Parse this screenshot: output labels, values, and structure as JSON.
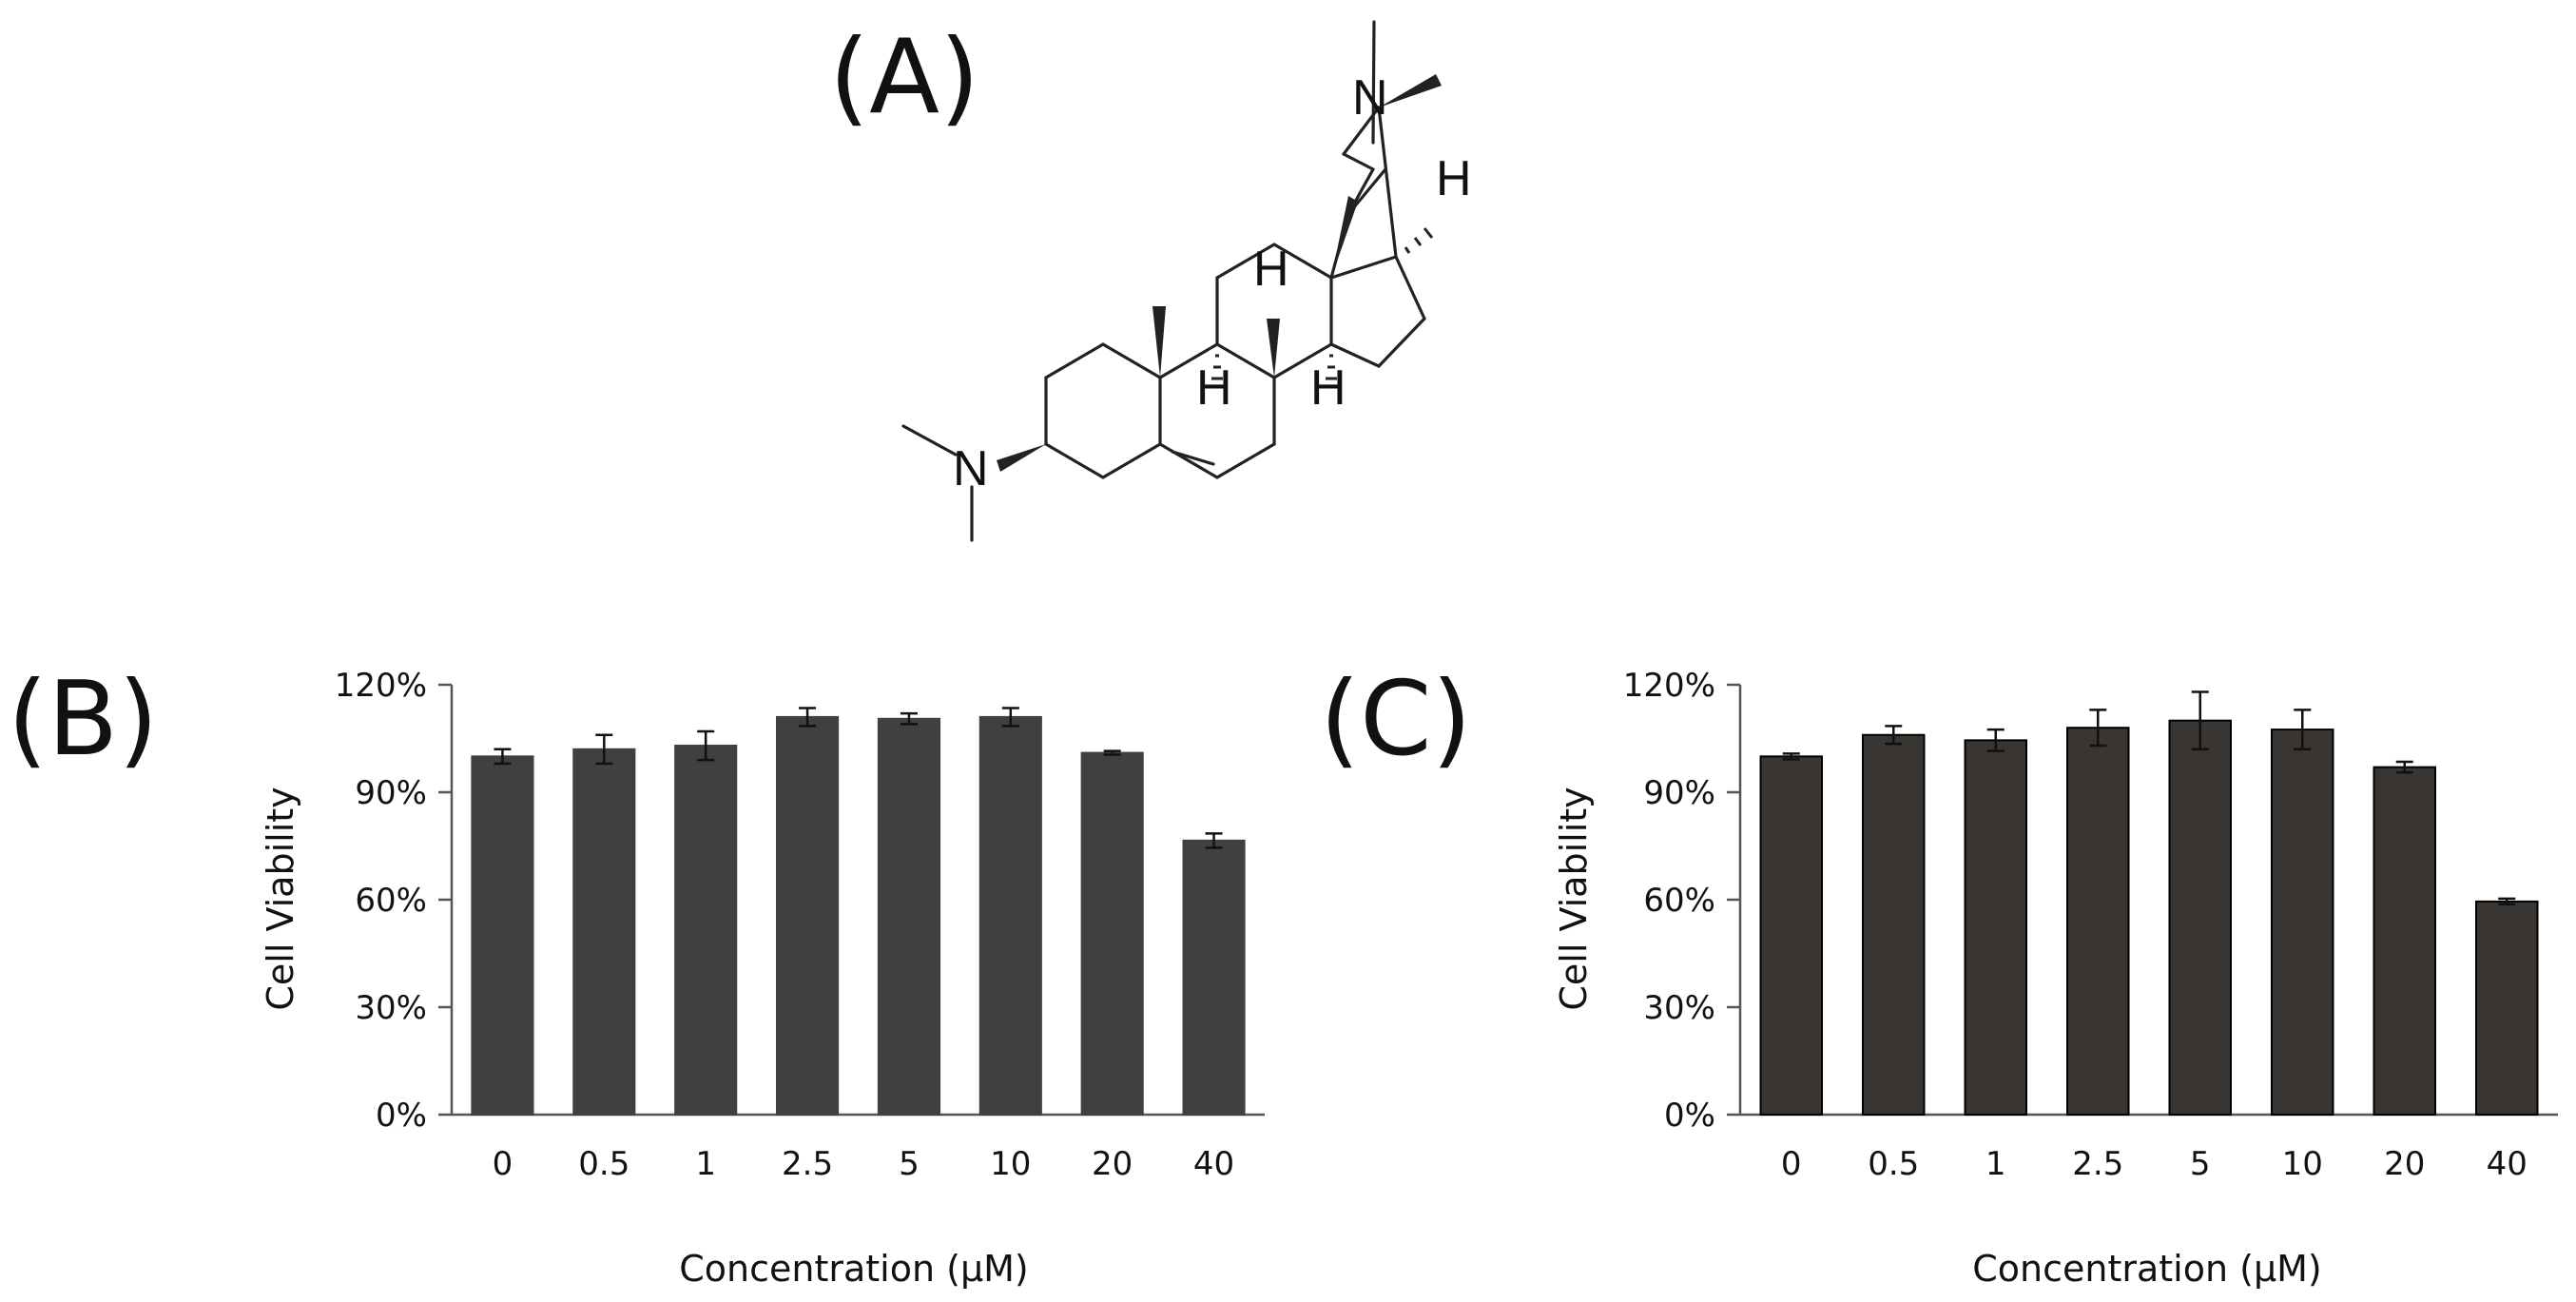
{
  "panels": {
    "a_label": "(A)",
    "b_label": "(B)",
    "c_label": "(C)"
  },
  "molecule": {
    "atoms": {
      "n_top": "N",
      "n_left": "N",
      "h_c20": "H",
      "h_c8": "H",
      "h_c9": "H",
      "h_c14": "H"
    }
  },
  "chart_data": [
    {
      "type": "bar",
      "panel": "(B)",
      "categories": [
        "0",
        "0.5",
        "1",
        "2.5",
        "5",
        "10",
        "20",
        "40"
      ],
      "values": [
        100,
        102,
        103,
        111,
        110.5,
        111,
        101,
        76.5
      ],
      "errors": [
        2,
        4,
        4,
        2.5,
        1.5,
        2.5,
        0.5,
        2
      ],
      "xlabel": "Concentration (μM)",
      "ylabel": "Cell Viability",
      "ylim": [
        0,
        120
      ],
      "yticks": [
        0,
        30,
        60,
        90,
        120
      ],
      "ytick_labels": [
        "0%",
        "30%",
        "60%",
        "90%",
        "120%"
      ],
      "bar_color": "#404040",
      "grid": false
    },
    {
      "type": "bar",
      "panel": "(C)",
      "categories": [
        "0",
        "0.5",
        "1",
        "2.5",
        "5",
        "10",
        "20",
        "40"
      ],
      "values": [
        100,
        106,
        104.5,
        108,
        110,
        107.5,
        97,
        59.5
      ],
      "errors": [
        0.8,
        2.5,
        3,
        5,
        8,
        5.5,
        1.5,
        0.8
      ],
      "xlabel": "Concentration (μM)",
      "ylabel": "Cell Viability",
      "ylim": [
        0,
        120
      ],
      "yticks": [
        0,
        30,
        60,
        90,
        120
      ],
      "ytick_labels": [
        "0%",
        "30%",
        "60%",
        "90%",
        "120%"
      ],
      "bar_color": "#383532",
      "grid": false
    }
  ]
}
